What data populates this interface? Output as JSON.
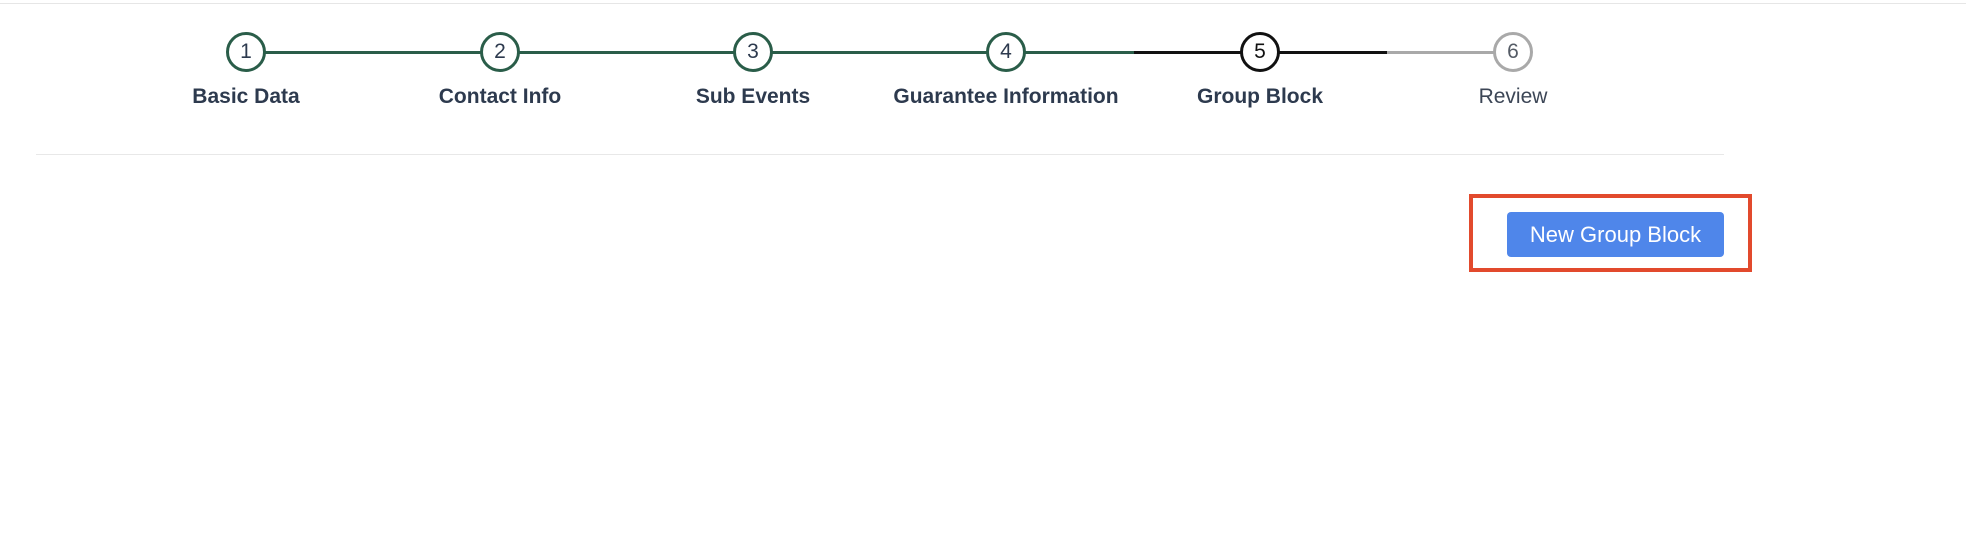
{
  "stepper": {
    "steps": [
      {
        "number": "1",
        "label": "Basic Data",
        "state": "completed"
      },
      {
        "number": "2",
        "label": "Contact Info",
        "state": "completed"
      },
      {
        "number": "3",
        "label": "Sub Events",
        "state": "completed"
      },
      {
        "number": "4",
        "label": "Guarantee Information",
        "state": "completed"
      },
      {
        "number": "5",
        "label": "Group Block",
        "state": "active"
      },
      {
        "number": "6",
        "label": "Review",
        "state": "pending"
      }
    ]
  },
  "actions": {
    "new_group_block_label": "New Group Block"
  },
  "colors": {
    "completed": "#2a5d49",
    "active": "#111111",
    "pending": "#a9a9a9",
    "primary_button": "#4f86ea",
    "highlight": "#e24a2d"
  }
}
